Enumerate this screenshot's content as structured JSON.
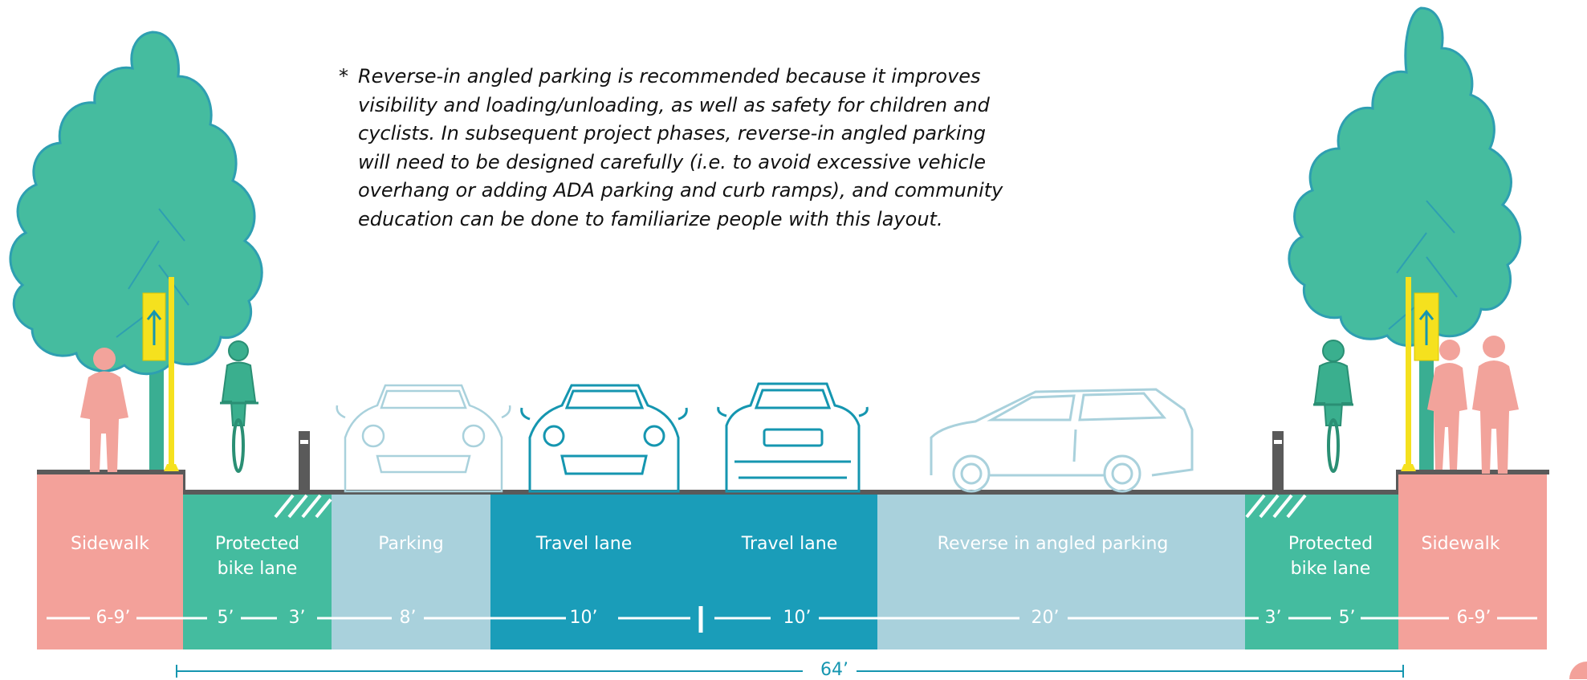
{
  "note": {
    "asterisk": "*",
    "text": "Reverse-in angled parking is recommended because it improves visibility and loading/unloading, as well as safety for children and cyclists. In subsequent project phases, reverse-in angled parking will need to be designed carefully (i.e. to avoid excessive vehicle overhang or adding ADA parking and curb ramps), and community education can be done to familiarize people with this layout."
  },
  "segments": [
    {
      "label": "Sidewalk",
      "color": "#f3a19a"
    },
    {
      "label": "Protected bike lane",
      "color": "#44bc9f"
    },
    {
      "label": "Parking",
      "color": "#a9d1dc"
    },
    {
      "label": "Travel lane",
      "color": "#1a9db9"
    },
    {
      "label": "Travel lane",
      "color": "#1a9db9"
    },
    {
      "label": "Reverse in angled parking",
      "color": "#a9d1dc"
    },
    {
      "label": "Protected bike lane",
      "color": "#44bc9f"
    },
    {
      "label": "Sidewalk",
      "color": "#f3a19a"
    }
  ],
  "dimensions": [
    "6-9’",
    "5’",
    "3’",
    "8’",
    "10’",
    "10’",
    "20’",
    "3’",
    "5’",
    "6-9’"
  ],
  "total_width": "64’",
  "colors": {
    "tree": "#45bc9f",
    "tree_outline": "#2e9fb1",
    "cyclist": "#3aaf8e",
    "pedestrian": "#f2a39b",
    "sign": "#f5e11e",
    "car_dark": "#1596b0",
    "car_light": "#a9d1dc",
    "curb": "#5a5a5a",
    "dimension_line": "#1596b0"
  },
  "icons": [
    "tree-icon",
    "pedestrian-icon",
    "cyclist-icon",
    "bike-sign-icon",
    "bollard-icon",
    "car-icon",
    "suv-icon"
  ]
}
